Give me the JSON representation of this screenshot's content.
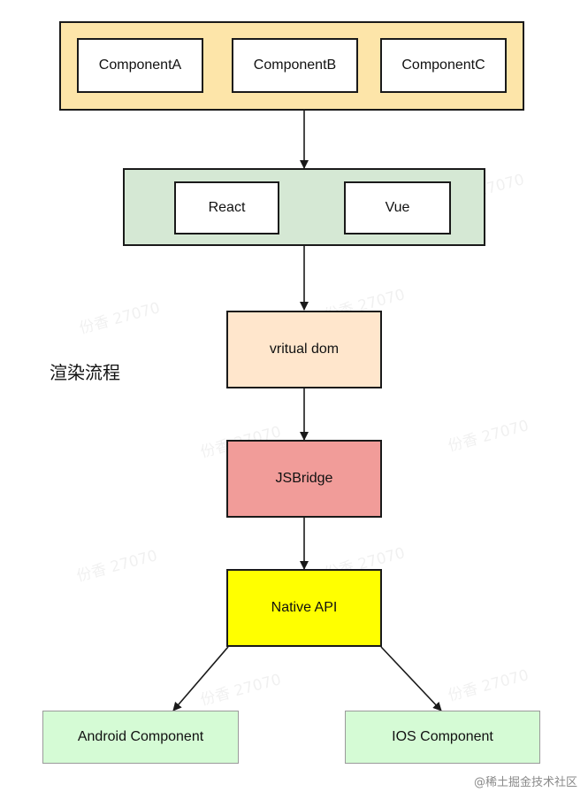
{
  "nodes": {
    "component_a": "ComponentA",
    "component_b": "ComponentB",
    "component_c": "ComponentC",
    "react": "React",
    "vue": "Vue",
    "virtual_dom": "vritual dom",
    "jsbridge": "JSBridge",
    "native_api": "Native API",
    "android": "Android Component",
    "ios": "IOS Component"
  },
  "side_label": "渲染流程",
  "watermark_text": "份香 27070",
  "footer_watermark": "@稀土掘金技术社区",
  "colors": {
    "components_group": "#fde5a9",
    "frameworks_group": "#d5e8d4",
    "virtual_dom": "#ffe6cc",
    "jsbridge": "#f19c99",
    "native_api": "#ffff00",
    "platform": "#d5fbd5",
    "stroke": "#1a1a1a"
  }
}
